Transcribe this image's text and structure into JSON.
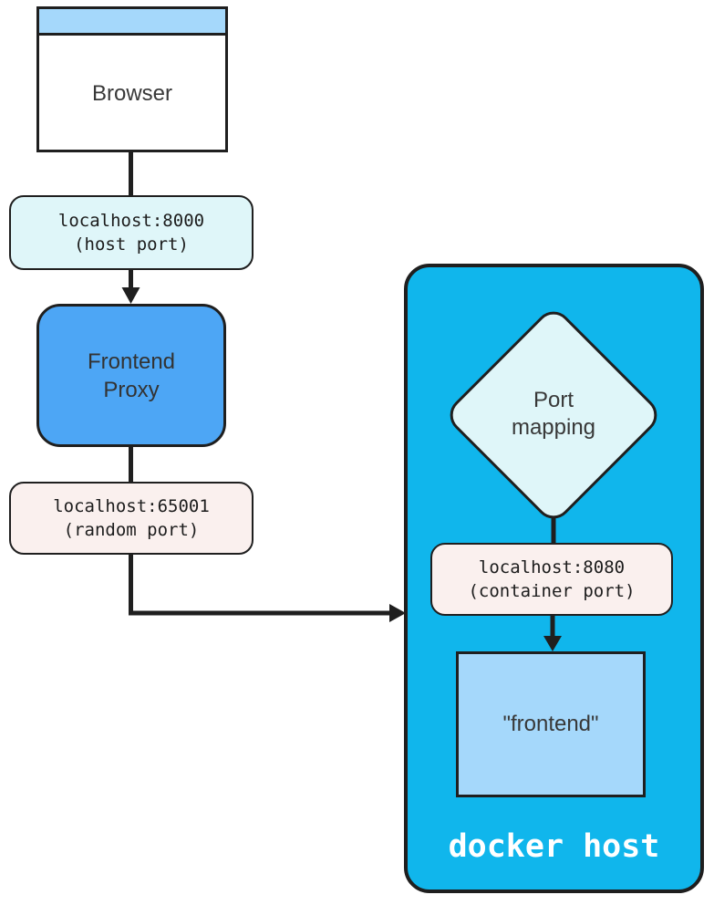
{
  "diagram": {
    "left_flow": {
      "browser": {
        "title": "Browser"
      },
      "host_port_label": {
        "address": "localhost:8000",
        "note": "(host port)"
      },
      "frontend_proxy": {
        "line1": "Frontend",
        "line2": "Proxy"
      },
      "random_port_label": {
        "address": "localhost:65001",
        "note": "(random port)"
      }
    },
    "docker_host": {
      "caption": "docker host",
      "port_mapping": {
        "line1": "Port",
        "line2": "mapping"
      },
      "container_port_label": {
        "address": "localhost:8080",
        "note": "(container port)"
      },
      "frontend_container": {
        "name": "\"frontend\""
      }
    },
    "edges": [
      {
        "from": "browser",
        "via": "localhost:8000 (host port)",
        "to": "frontend-proxy",
        "arrow": true
      },
      {
        "from": "frontend-proxy",
        "via": "localhost:65001 (random port)",
        "to": "docker-host",
        "arrow": true
      },
      {
        "from": "port-mapping",
        "via": "localhost:8080 (container port)",
        "to": "frontend-container",
        "arrow": true
      }
    ],
    "colors": {
      "stroke": "#1f1f1f",
      "browser_titlebar": "#a5d8fb",
      "host_port_fill": "#dff6f9",
      "proxy_fill": "#4da6f5",
      "random_port_fill": "#faf0ee",
      "docker_host_fill": "#10b6ec",
      "diamond_fill": "#dff6f9",
      "container_port_fill": "#faf0ee",
      "frontend_container_fill": "#a5d8fb",
      "caption_text": "#ffffff"
    }
  }
}
